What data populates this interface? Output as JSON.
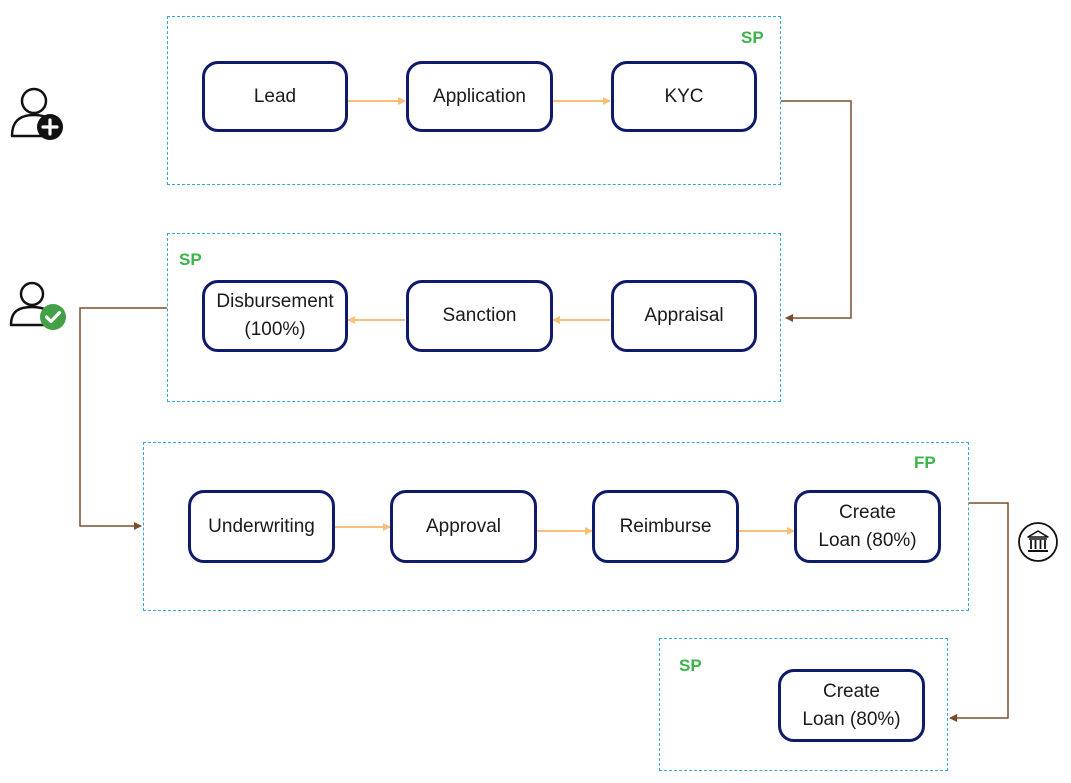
{
  "colors": {
    "node_border": "#0f1a6b",
    "group_border": "#35a8e0",
    "group_label": "#3cb44a",
    "inner_arrow": "#f6c07a",
    "route_connector": "#7a4e2d",
    "check_badge": "#43a047"
  },
  "groups": [
    {
      "id": "g1",
      "label": "SP"
    },
    {
      "id": "g2",
      "label": "SP"
    },
    {
      "id": "g3",
      "label": "FP"
    },
    {
      "id": "g4",
      "label": "SP"
    }
  ],
  "nodes": {
    "lead": "Lead",
    "application": "Application",
    "kyc": "KYC",
    "disbursement": "Disbursement\n(100%)",
    "sanction": "Sanction",
    "appraisal": "Appraisal",
    "underwriting": "Underwriting",
    "approval": "Approval",
    "reimburse": "Reimburse",
    "create_loan_fp": "Create\nLoan (80%)",
    "create_loan_sp": "Create\nLoan (80%)"
  },
  "icons": {
    "add_user": "add-user-icon",
    "verified_user": "verified-user-icon",
    "bank": "bank-icon"
  }
}
